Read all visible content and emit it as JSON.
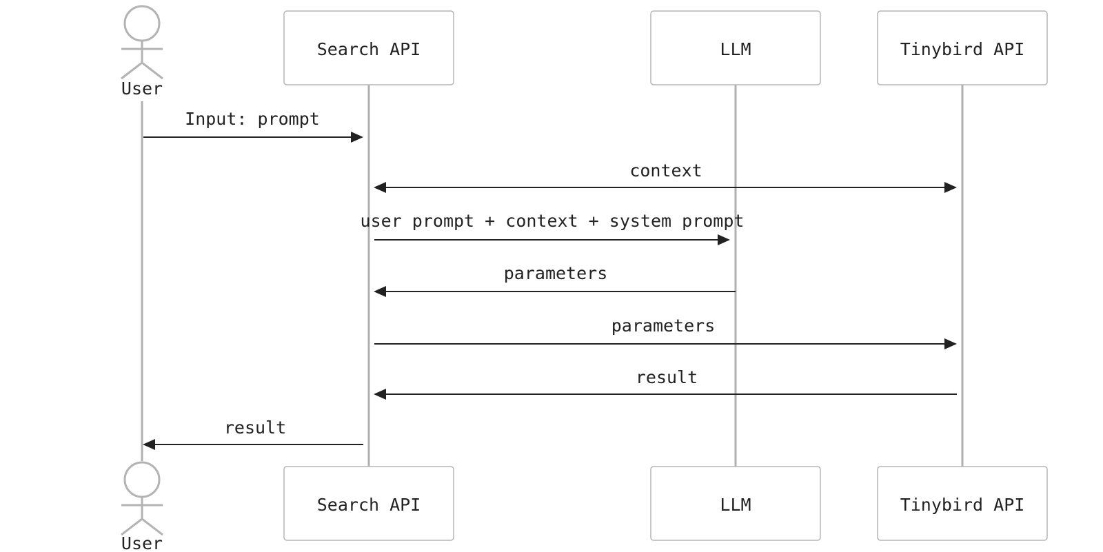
{
  "participants": {
    "user": {
      "label": "User",
      "type": "actor"
    },
    "search_api": {
      "label": "Search API",
      "type": "box"
    },
    "llm": {
      "label": "LLM",
      "type": "box"
    },
    "tinybird_api": {
      "label": "Tinybird API",
      "type": "box"
    }
  },
  "messages": [
    {
      "from": "user",
      "to": "search_api",
      "label": "Input: prompt",
      "bidirectional": false
    },
    {
      "from": "search_api",
      "to": "tinybird_api",
      "label": "context",
      "bidirectional": true
    },
    {
      "from": "search_api",
      "to": "llm",
      "label": "user prompt + context + system prompt",
      "bidirectional": false
    },
    {
      "from": "llm",
      "to": "search_api",
      "label": "parameters",
      "bidirectional": false
    },
    {
      "from": "search_api",
      "to": "tinybird_api",
      "label": "parameters",
      "bidirectional": false
    },
    {
      "from": "tinybird_api",
      "to": "search_api",
      "label": "result",
      "bidirectional": false
    },
    {
      "from": "search_api",
      "to": "user",
      "label": "result",
      "bidirectional": false
    }
  ],
  "colors": {
    "lifeline": "#b0b0b0",
    "box_border": "#b5b5b5",
    "arrow": "#222222",
    "text": "#222222",
    "background": "#ffffff"
  }
}
